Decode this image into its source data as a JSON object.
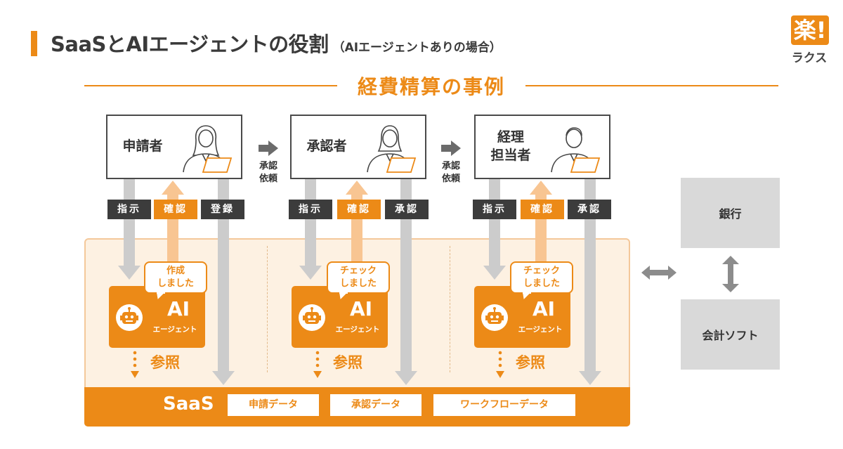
{
  "header": {
    "title": "SaaSとAIエージェントの役割",
    "subtitle": "（AIエージェントありの場合）",
    "logo_mark": "楽!",
    "logo_text": "ラクス"
  },
  "section_title": "経費精算の事例",
  "roles": [
    {
      "label": "申請者"
    },
    {
      "label": "承認者"
    },
    {
      "label": "経理\n担当者"
    }
  ],
  "flow_arrows": [
    "承認\n依頼",
    "承認\n依頼"
  ],
  "tags": [
    [
      "指示",
      "確認",
      "登録"
    ],
    [
      "指示",
      "確認",
      "承認"
    ],
    [
      "指示",
      "確認",
      "承認"
    ]
  ],
  "bubbles": [
    "作成\nしました",
    "チェック\nしました",
    "チェック\nしました"
  ],
  "ai_box": {
    "big": "AI",
    "small": "エージェント"
  },
  "reference_label": "参照",
  "saas": {
    "label": "SaaS",
    "chips": [
      "申請データ",
      "承認データ",
      "ワークフローデータ"
    ]
  },
  "external": {
    "bank": "銀行",
    "accounting": "会計ソフト"
  },
  "colors": {
    "accent": "#ec8a17",
    "dark": "#3c3c3c",
    "grey_bar": "#cccccc",
    "light_orange": "#f8c592",
    "panel": "#fdf1e2"
  }
}
